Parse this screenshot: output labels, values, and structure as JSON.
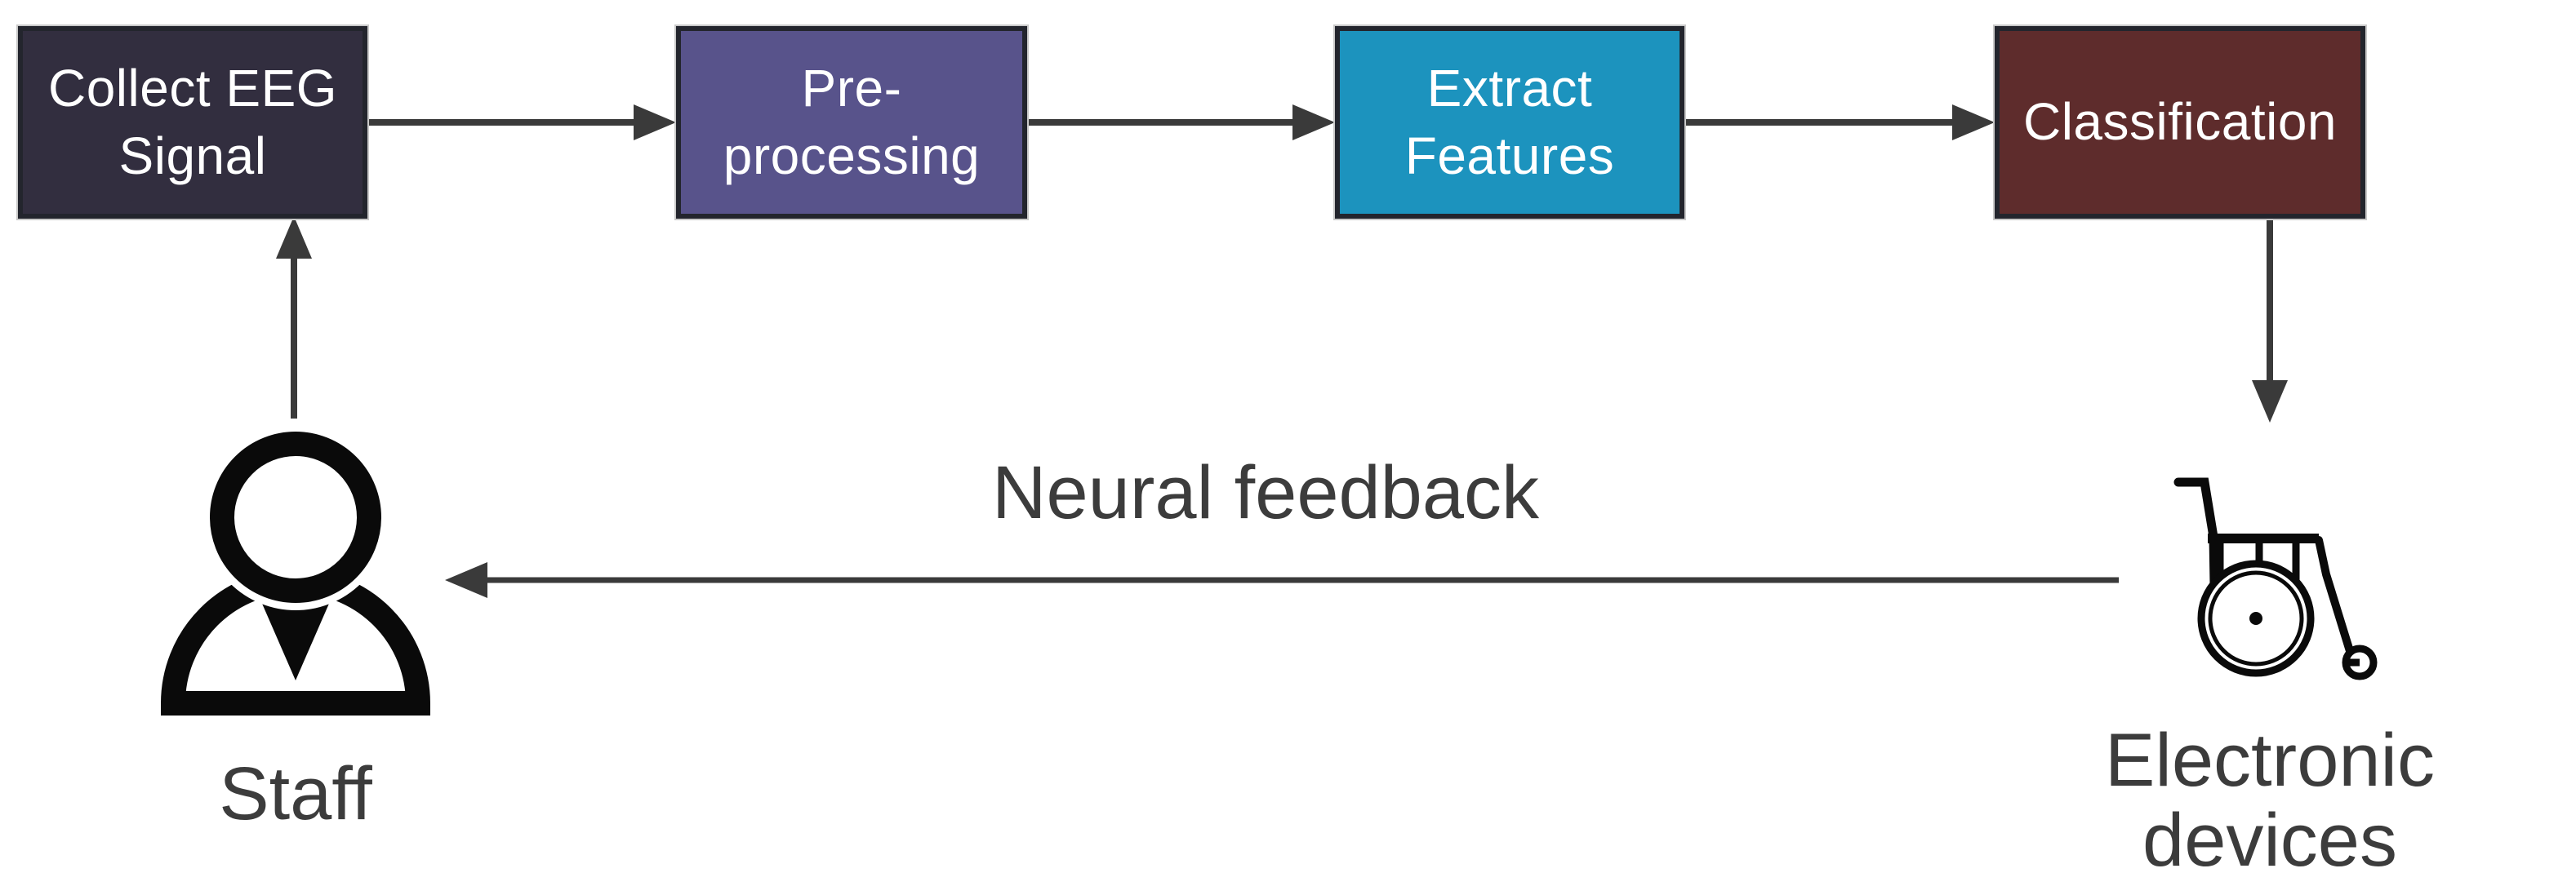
{
  "background": "#ffffff",
  "flow": {
    "boxes": [
      {
        "id": "collect-eeg",
        "label": "Collect EEG\nSignal",
        "bg": "#322e3f"
      },
      {
        "id": "pre-processing",
        "label": "Pre-processing",
        "bg": "#58538b"
      },
      {
        "id": "extract",
        "label": "Extract\nFeatures",
        "bg": "#1c93be"
      },
      {
        "id": "classification",
        "label": "Classification",
        "bg": "#5e2c2c"
      }
    ],
    "box_border_color": "#23252d",
    "box_text_color": "#ffffff",
    "arrow_color": "#3a3a3a"
  },
  "labels": {
    "staff": "Staff",
    "neural_feedback": "Neural feedback",
    "electronic_devices": "Electronic\ndevices"
  },
  "icons": [
    {
      "name": "person-icon",
      "meaning": "Staff operator"
    },
    {
      "name": "wheelchair-icon",
      "meaning": "Electronic devices (wheelchair)"
    }
  ],
  "icon_color": "#0a0a0a",
  "label_text_color": "#3c3c3c"
}
